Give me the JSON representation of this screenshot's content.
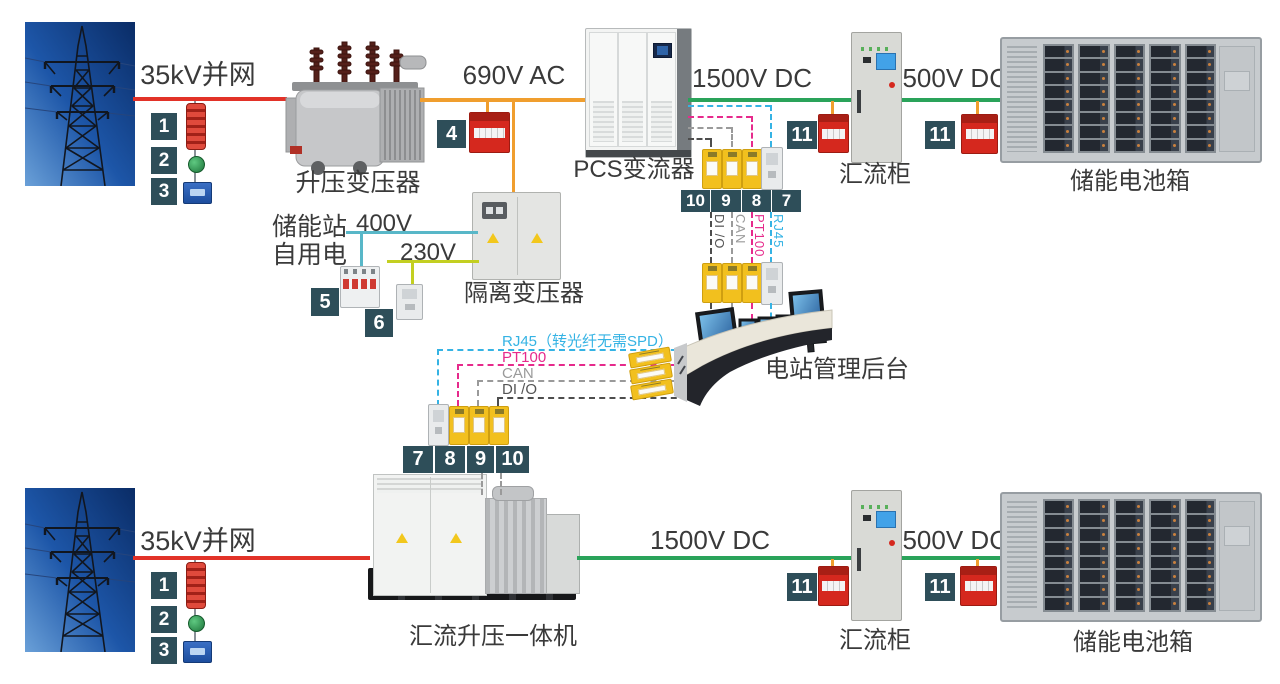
{
  "labels": {
    "grid": "35kV并网",
    "ac690": "690V AC",
    "dc1500": "1500V DC",
    "v400": "400V",
    "v230": "230V",
    "step_up": "升压变压器",
    "pcs": "PCS变流器",
    "isolation": "隔离变压器",
    "aux1": "储能站",
    "aux2": "自用电",
    "combiner": "汇流柜",
    "battery": "储能电池箱",
    "console": "电站管理后台",
    "integrated": "汇流升压一体机",
    "rj45_note": "RJ45（转光纤无需SPD）",
    "pt100": "PT100",
    "can": "CAN",
    "dio": "DI /O",
    "rj45": "RJ45"
  },
  "badges": {
    "b1": "1",
    "b2": "2",
    "b3": "3",
    "b4": "4",
    "b5": "5",
    "b6": "6",
    "b7": "7",
    "b8": "8",
    "b9": "9",
    "b10": "10",
    "b11": "11"
  },
  "colors": {
    "hv_line": "#e23228",
    "ac_line": "#f09e2e",
    "dc_line": "#2aa35a",
    "aux400_line": "#58b7c8",
    "aux230_line": "#c3cf21",
    "rj45_signal": "#35b3e4",
    "pt100_signal": "#e62a8c",
    "can_signal": "#9a9a9a",
    "dio_signal": "#4d4d4d",
    "badge_bg": "#2e4e59",
    "signal_spd": "#f2c01e",
    "power_spd": "#d5281e"
  }
}
